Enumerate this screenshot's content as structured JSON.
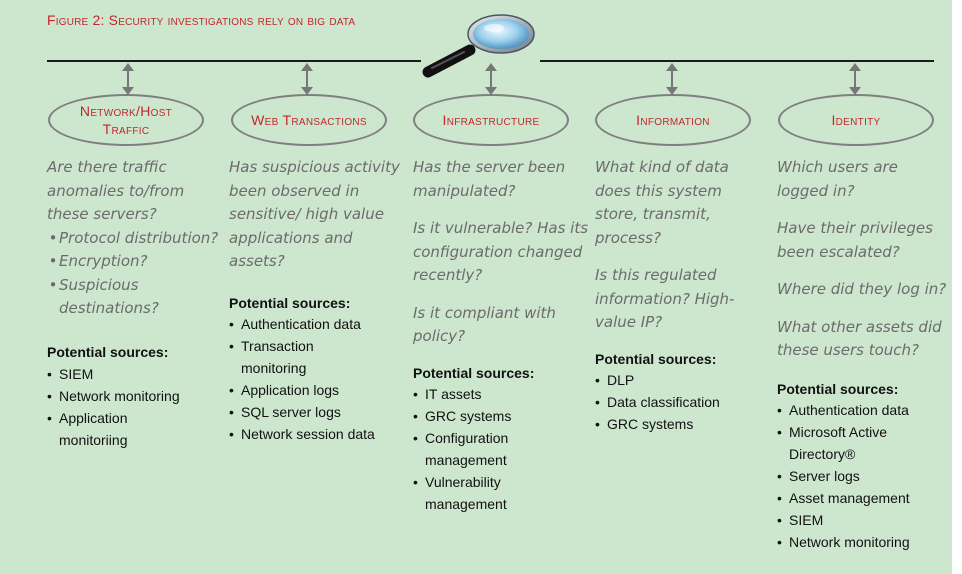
{
  "figure": {
    "title": "Figure 2: Security investigations rely on big data"
  },
  "columns": [
    {
      "heading": [
        "Network/Host",
        "Traffic"
      ],
      "questions": [
        {
          "text": "Are there traffic anomalies to/from these servers?",
          "bullets": [
            "Protocol distribution?",
            "Encryption?",
            "Suspicious destinations?"
          ]
        }
      ],
      "sources_label": "Potential sources:",
      "sources": [
        "SIEM",
        "Network monitoring",
        "Application monitoriing"
      ]
    },
    {
      "heading": [
        "Web Transactions"
      ],
      "questions": [
        {
          "text": "Has suspicious activity been observed in sensitive/ high value applications and assets?"
        }
      ],
      "sources_label": "Potential sources:",
      "sources": [
        "Authentication data",
        "Transaction monitoring",
        "Application logs",
        "SQL server logs",
        "Network session data"
      ]
    },
    {
      "heading": [
        "Infrastructure"
      ],
      "questions": [
        {
          "text": "Has the server been manipulated?"
        },
        {
          "text": "Is it vulnerable? Has its configuration changed recently?"
        },
        {
          "text": "Is it compliant with policy?"
        }
      ],
      "sources_label": "Potential sources:",
      "sources": [
        "IT assets",
        "GRC systems",
        "Configuration management",
        "Vulnerability management"
      ]
    },
    {
      "heading": [
        "Information"
      ],
      "questions": [
        {
          "text": "What kind of data does this system store, transmit, process?"
        },
        {
          "text": "Is this regulated information? High-value IP?"
        }
      ],
      "sources_label": "Potential sources:",
      "sources": [
        "DLP",
        "Data classification",
        "GRC systems"
      ]
    },
    {
      "heading": [
        "Identity"
      ],
      "questions": [
        {
          "text": "Which users are logged in?"
        },
        {
          "text": "Have their privileges been escalated?"
        },
        {
          "text": "Where did they log in?"
        },
        {
          "text": "What other assets did these users touch?"
        }
      ],
      "sources_label": "Potential sources:",
      "sources": [
        "Authentication data",
        "Microsoft Active Directory®",
        "Server logs",
        "Asset management",
        "SIEM",
        "Network monitoring"
      ]
    }
  ],
  "icons": {
    "magnifier": "magnifying-glass-icon",
    "connector": "double-arrow-icon"
  },
  "colors": {
    "background": "#cde7cf",
    "heading": "#c1272d",
    "question": "#6b6b6b",
    "text": "#111111",
    "oval_border": "#7f7f7f"
  }
}
